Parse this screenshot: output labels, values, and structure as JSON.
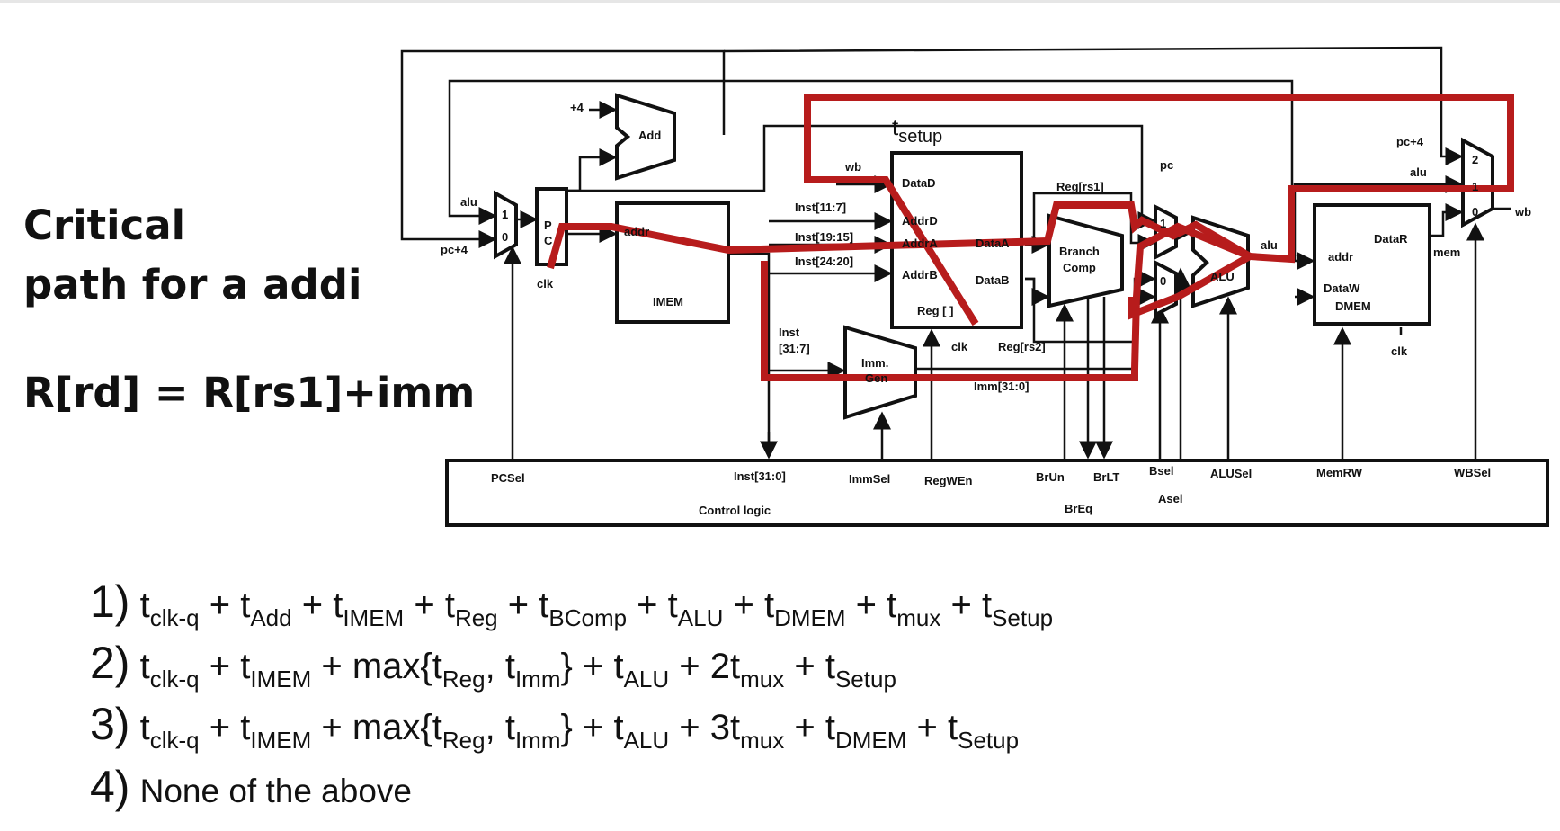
{
  "slide": {
    "title_line1": "Critical",
    "title_line2": "path for a addi",
    "formula": "R[rd] = R[rs1]+imm"
  },
  "colors": {
    "critical_path": "#b71c1c",
    "wire": "#111111",
    "background": "#ffffff"
  },
  "diagram": {
    "labels": {
      "plus4": "+4",
      "add": "Add",
      "alu_in": "alu",
      "pc4_in": "pc+4",
      "mux_1": "1",
      "mux_0": "0",
      "pc_p": "P",
      "pc_c": "C",
      "clk": "clk",
      "imem_addr": "addr",
      "imem": "IMEM",
      "wb": "wb",
      "tsetup_t": "t",
      "tsetup_sub": "setup",
      "datad": "DataD",
      "addrd": "AddrD",
      "addra": "AddrA",
      "addrb": "AddrB",
      "dataa": "DataA",
      "datab": "DataB",
      "reg": "Reg [ ]",
      "inst_11_7": "Inst[11:7]",
      "inst_19_15": "Inst[19:15]",
      "inst_24_20": "Inst[24:20]",
      "inst_31_7_a": "Inst",
      "inst_31_7_b": "[31:7]",
      "imm_gen_a": "Imm.",
      "imm_gen_b": "Gen",
      "reg_rs1": "Reg[rs1]",
      "reg_rs2": "Reg[rs2]",
      "imm_31_0": "Imm[31:0]",
      "branch": "Branch",
      "comp": "Comp",
      "pc": "pc",
      "alu_block": "ALU",
      "alu_out": "alu",
      "dmem_addr": "addr",
      "datar": "DataR",
      "dataw": "DataW",
      "dmem": "DMEM",
      "mem": "mem",
      "pc4_wb": "pc+4",
      "alu_wb": "alu",
      "wb_out": "wb",
      "mux2_2": "2",
      "mux2_1": "1",
      "mux2_0": "0"
    },
    "control": {
      "pcsel": "PCSel",
      "inst_31_0": "Inst[31:0]",
      "immsel": "ImmSel",
      "regwen": "RegWEn",
      "brun": "BrUn",
      "brlt": "BrLT",
      "bsel": "Bsel",
      "alusel": "ALUSel",
      "memrw": "MemRW",
      "wbsel": "WBSel",
      "control_logic": "Control logic",
      "breq": "BrEq",
      "asel": "Asel"
    }
  },
  "options": [
    {
      "num": "1)",
      "text": ""
    },
    {
      "num": "2)",
      "text": ""
    },
    {
      "num": "3)",
      "text": ""
    },
    {
      "num": "4)",
      "text": "None of the above"
    }
  ],
  "option_terms": {
    "t": "t",
    "plus": " + ",
    "clk_q": "clk-q",
    "add": "Add",
    "imem": "IMEM",
    "reg": "Reg",
    "bcomp": "BComp",
    "alu": "ALU",
    "dmem": "DMEM",
    "mux": "mux",
    "setup": "Setup",
    "imm": "Imm",
    "max_open": "max{",
    "comma": ", ",
    "max_close": "}",
    "two": "2",
    "three": "3"
  }
}
